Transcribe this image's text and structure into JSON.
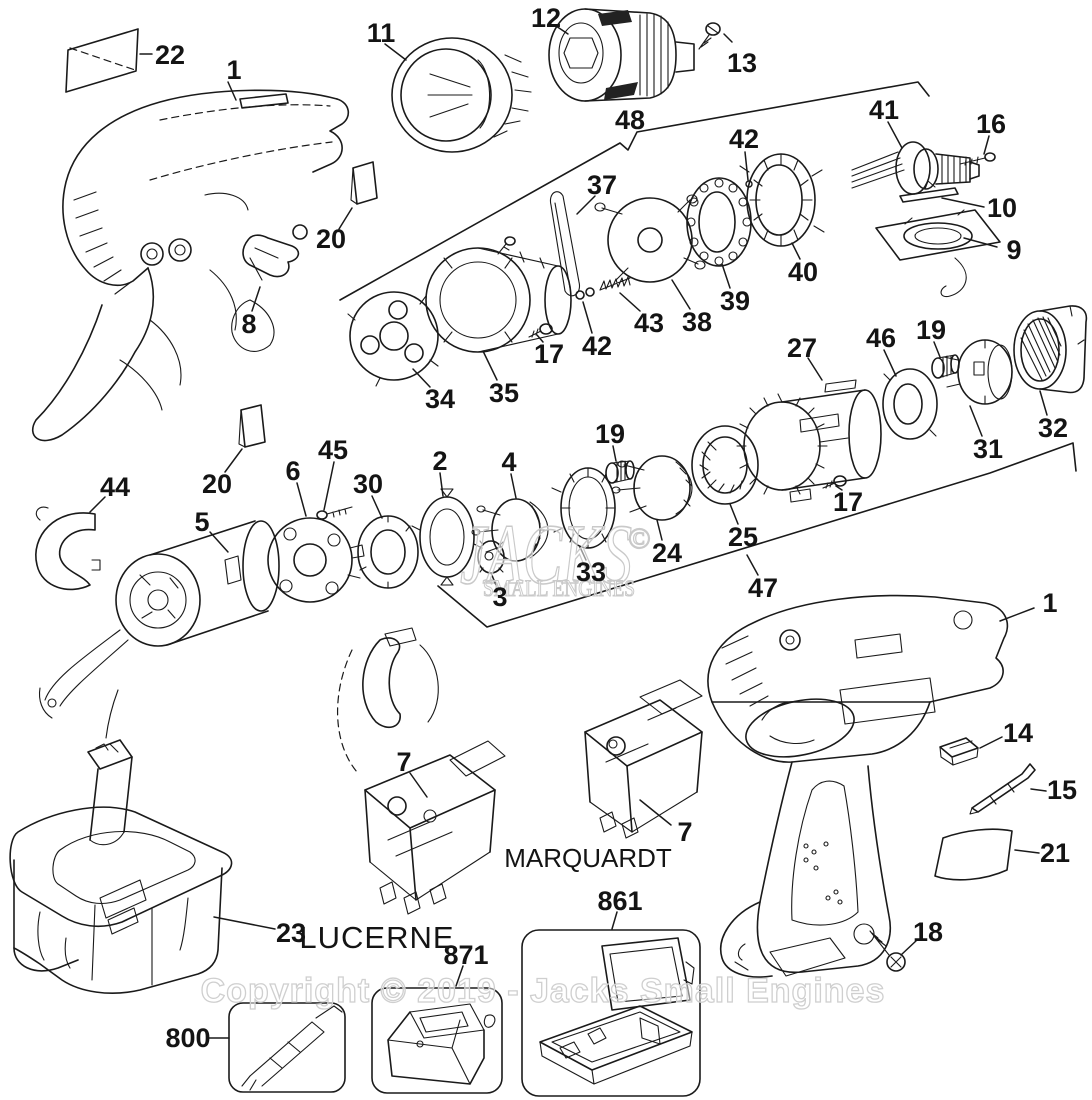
{
  "watermark": {
    "logo_text": "JACKS",
    "logo_mark": "©",
    "logo_sub": "SMALL ENGINES",
    "copyright_line": "Copyright © 2019 - Jacks Small Engines"
  },
  "brand_labels": {
    "lucerne": "LUCERNE",
    "marquardt": "MARQUARDT"
  },
  "callouts": {
    "n1a": "1",
    "n1b": "1",
    "n2": "2",
    "n3": "3",
    "n4": "4",
    "n5": "5",
    "n6": "6",
    "n7a": "7",
    "n7b": "7",
    "n8": "8",
    "n9": "9",
    "n10": "10",
    "n11": "11",
    "n12": "12",
    "n13": "13",
    "n14": "14",
    "n15": "15",
    "n16": "16",
    "n17a": "17",
    "n17b": "17",
    "n18": "18",
    "n19a": "19",
    "n19b": "19",
    "n20a": "20",
    "n20b": "20",
    "n21": "21",
    "n22": "22",
    "n23": "23",
    "n24": "24",
    "n25": "25",
    "n27": "27",
    "n30": "30",
    "n31": "31",
    "n32": "32",
    "n33": "33",
    "n34": "34",
    "n35": "35",
    "n37": "37",
    "n38": "38",
    "n39": "39",
    "n40": "40",
    "n41": "41",
    "n42a": "42",
    "n42b": "42",
    "n43": "43",
    "n44": "44",
    "n45": "45",
    "n46": "46",
    "n47": "47",
    "n48": "48",
    "n800": "800",
    "n861": "861",
    "n871": "871"
  },
  "colors": {
    "line": "#1a1a1a",
    "watermark": "#c9c9c9",
    "background": "#ffffff"
  }
}
